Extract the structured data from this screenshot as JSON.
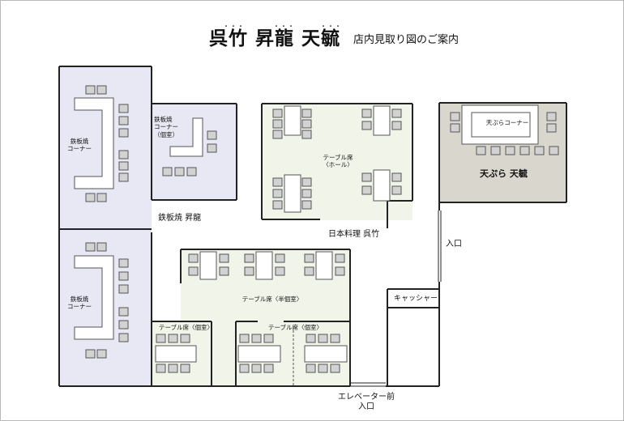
{
  "title": {
    "brand": "呉竹 昇龍 天毓",
    "suffix": "店内見取り図のご案内"
  },
  "areas": {
    "teppan_corner_upper": "鉄板焼\nコーナー",
    "teppan_corner_lower": "鉄板焼\nコーナー",
    "teppan_private": "鉄板焼\nコーナー\n（個室）",
    "table_hall": "テーブル席\n〈ホール〉",
    "tempura_corner": "天ぷらコーナー",
    "table_semi_private": "テーブル席〈半個室〉",
    "table_private_left": "テーブル席〈個室〉",
    "table_private_right": "テーブル席〈個室〉",
    "cashier": "キャッシャー"
  },
  "restaurants": {
    "shoryu": "鉄板焼 昇龍",
    "kuretake": "日本料理 呉竹",
    "tenyu": "天ぷら 天毓"
  },
  "entrances": {
    "right": "入口",
    "bottom": "エレベーター前\n入口"
  },
  "colors": {
    "teppan_fill": "#e7e8f3",
    "table_fill": "#f0f4e9",
    "tempura_fill": "#d9d6cd",
    "wall": "#222222",
    "seat_fill": "#d2d2d2",
    "seat_stroke": "#555555"
  }
}
